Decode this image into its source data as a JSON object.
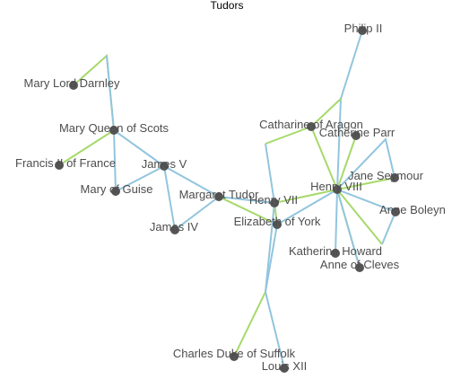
{
  "title": "Tudors",
  "colors": {
    "marriage": "#a6d96a",
    "parent": "#92c5de",
    "node": "#555555",
    "label": "#4d4d4d"
  },
  "nodes": [
    {
      "id": "philip2",
      "label": "Philip II"
    },
    {
      "id": "darnley",
      "label": "Mary Lord Darnley"
    },
    {
      "id": "mqs",
      "label": "Mary Queen of Scots"
    },
    {
      "id": "francis2",
      "label": "Francis II of France"
    },
    {
      "id": "mguise",
      "label": "Mary of Guise"
    },
    {
      "id": "james5",
      "label": "James V"
    },
    {
      "id": "james4",
      "label": "James IV"
    },
    {
      "id": "margaret",
      "label": "Margaret Tudor"
    },
    {
      "id": "henry7",
      "label": "Henry VII"
    },
    {
      "id": "elizabeth",
      "label": "Elizabeth of York"
    },
    {
      "id": "catharine",
      "label": "Catharine of Aragon"
    },
    {
      "id": "parr",
      "label": "Catherine Parr"
    },
    {
      "id": "henry8",
      "label": "Henry VIII"
    },
    {
      "id": "seymour",
      "label": "Jane Seymour"
    },
    {
      "id": "boleyn",
      "label": "Anne Boleyn"
    },
    {
      "id": "howard",
      "label": "Katherine Howard"
    },
    {
      "id": "cleves",
      "label": "Anne of Cleves"
    },
    {
      "id": "suffolk",
      "label": "Charles Duke of Suffolk"
    },
    {
      "id": "louis12",
      "label": "Louis XII"
    }
  ]
}
